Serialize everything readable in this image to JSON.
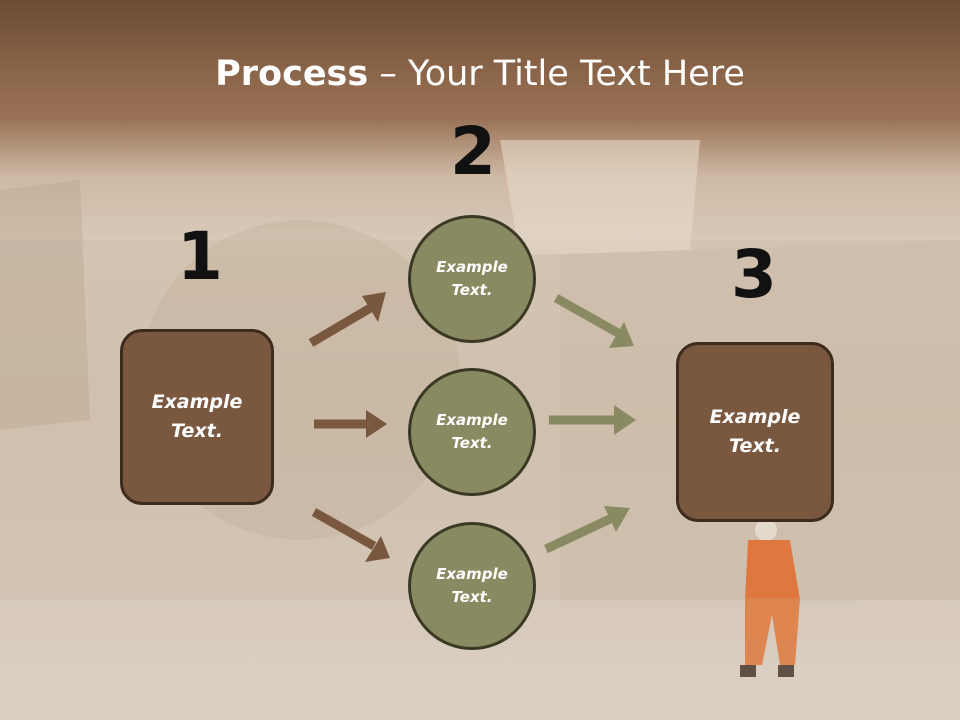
{
  "title": {
    "bold": "Process",
    "rest": " – Your Title Text Here"
  },
  "steps": [
    {
      "number": "1",
      "text_line1": "Example",
      "text_line2": "Text."
    },
    {
      "number": "2"
    },
    {
      "number": "3",
      "text_line1": "Example",
      "text_line2": "Text."
    }
  ],
  "circles": [
    {
      "text_line1": "Example",
      "text_line2": "Text."
    },
    {
      "text_line1": "Example",
      "text_line2": "Text."
    },
    {
      "text_line1": "Example",
      "text_line2": "Text."
    }
  ],
  "colors": {
    "box_fill": "#7a5840",
    "circle_fill": "#8a8a62",
    "arrow_brown": "#7a5840",
    "arrow_olive": "#8a8a62"
  }
}
